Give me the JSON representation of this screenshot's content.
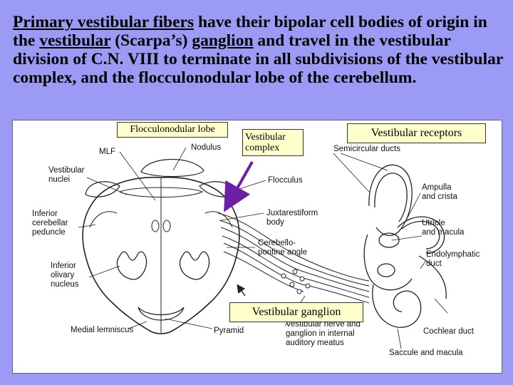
{
  "heading": {
    "p1": "Primary vestibular fibers",
    "p2": " have their bipolar cell bodies of origin in the ",
    "p3": "vestibular",
    "p4": " (Scarpa’s) ",
    "p5": "ganglion",
    "p6": " and travel in the vestibular division of C.N. VIII to terminate in all subdivisions of the vestibular complex, and the flocculonodular lobe of the cerebellum."
  },
  "callouts": {
    "flocculonodular": "Flocculonodular lobe",
    "vestibular_complex": "Vestibular\ncomplex",
    "vestibular_receptors": "Vestibular receptors",
    "vestibular_ganglion": "Vestibular ganglion"
  },
  "labels": {
    "mlf": "MLF",
    "nodulus": "Nodulus",
    "vestibular_nuclei": "Vestibular\nnuclei",
    "flocculus": "Flocculus",
    "inferior_cerebellar_peduncle": "Inferior\ncerebellar\npeduncle",
    "juxtarestiform_body": "Juxtarestiform\nbody",
    "cerebellopontine_angle": "Cerebello-\npontine angle",
    "inferior_olivary_nucleus": "Inferior\nolivary\nnucleus",
    "medial_lemniscus": "Medial lemniscus",
    "pyramid": "Pyramid",
    "semicircular_ducts": "Semicircular ducts",
    "ampulla_and_crista": "Ampulla\nand crista",
    "utricle_and_macula": "Utricle\nand macula",
    "endolymphatic_duct": "Endolymphatic\nduct",
    "vestibular_nerve_and_ganglion": "Vestibular nerve and\nganglion in internal\nauditory meatus",
    "cochlear_duct": "Cochlear duct",
    "saccule_and_macula": "Saccule and macula"
  },
  "colors": {
    "background": "#9b9bf5",
    "callout_fill": "#ffffcc",
    "arrow": "#6a1fa6"
  }
}
